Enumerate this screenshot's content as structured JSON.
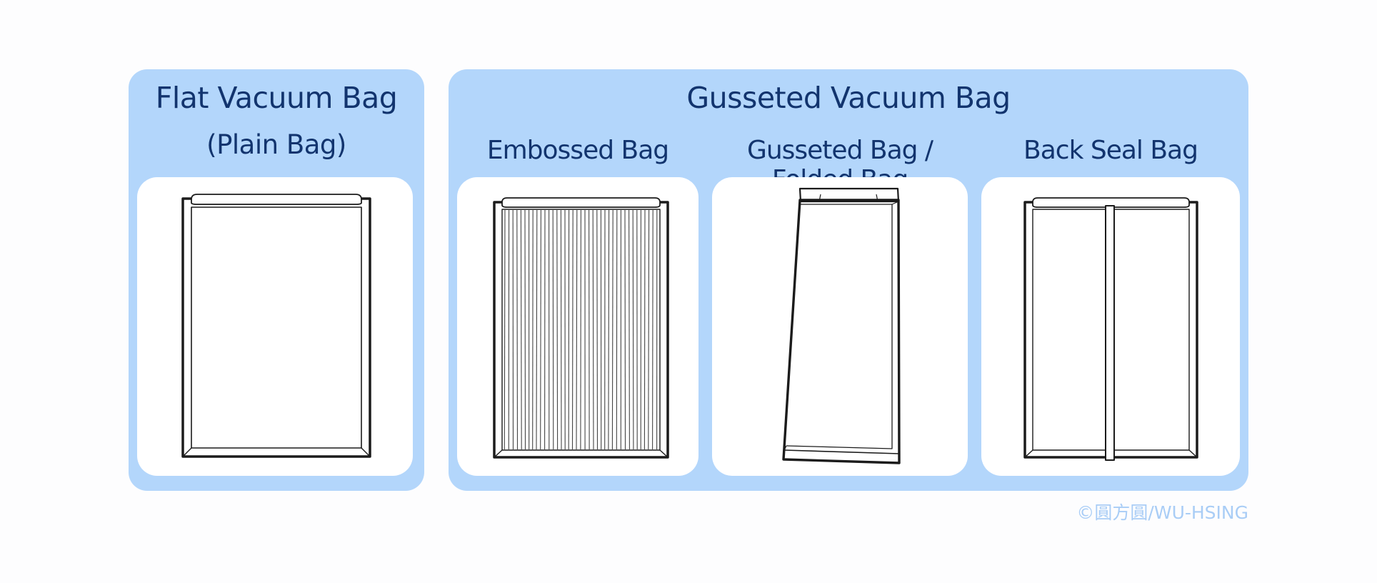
{
  "flat_panel": {
    "title": "Flat Vacuum Bag",
    "subtitle": "(Plain Bag)"
  },
  "gusseted_panel": {
    "title": "Gusseted Vacuum Bag",
    "items": [
      {
        "label": "Embossed Bag"
      },
      {
        "label": "Gusseted Bag / Folded Bag"
      },
      {
        "label": "Back Seal Bag"
      }
    ]
  },
  "watermark": "©圓方圓/WU-HSING",
  "colors": {
    "panel": "#b3d6fb",
    "text": "#12346e",
    "outline": "#1b1b1b",
    "watermark": "#a9cdf6"
  }
}
